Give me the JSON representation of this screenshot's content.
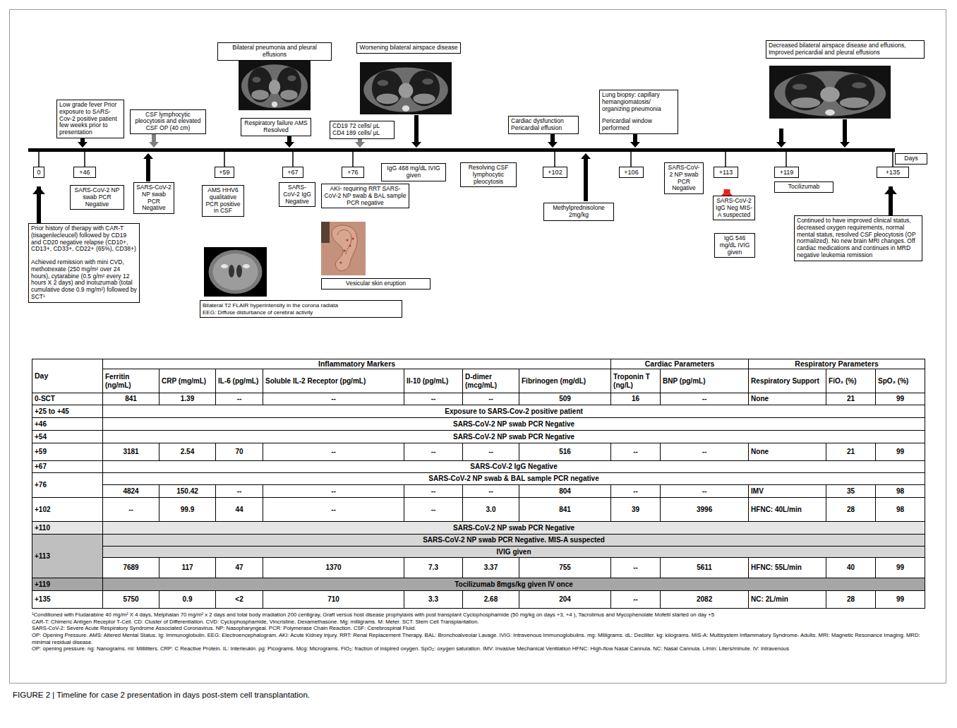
{
  "diagram": {
    "caption": "FIGURE 2 | Timeline for case 2 presentation in days post-stem cell transplantation.",
    "nodes": [
      {
        "text": [
          "Low grade fever Prior exposure to SARS-Cov-2 positive patient few weeks prior to presentation"
        ]
      },
      {
        "text": [
          "CSF lymphocytic pleocytosis and elevated CSF OP (40 cm)"
        ]
      },
      {
        "text": [
          "Bilateral pneumonia and pleural effusions"
        ]
      },
      {
        "text": [
          "Respiratory failure AMS Resolved"
        ]
      },
      {
        "text": [
          "CD19 72 cells/ μL CD4 189 cells/ μL"
        ]
      },
      {
        "text": [
          "Worsening bilateral airspace disease"
        ]
      },
      {
        "text": [
          "Cardiac dysfunction Pericardial effusion"
        ]
      },
      {
        "text": [
          "Lung biopsy: capillary hemangiomatosis/ organizing pneumonia",
          "Pericardial window performed"
        ]
      },
      {
        "text": [
          "Decreased bilateral airspace disease and effusions, Improved pericardial and pleural effusions"
        ]
      },
      {
        "text": [
          "Days"
        ]
      },
      {
        "text": [
          "0"
        ]
      },
      {
        "text": [
          "+46"
        ]
      },
      {
        "text": [
          "+59"
        ]
      },
      {
        "text": [
          "+67"
        ]
      },
      {
        "text": [
          "+76"
        ]
      },
      {
        "text": [
          "+102"
        ]
      },
      {
        "text": [
          "+106"
        ]
      },
      {
        "text": [
          "+113"
        ]
      },
      {
        "text": [
          "+119"
        ]
      },
      {
        "text": [
          "+135"
        ]
      },
      {
        "text": [
          "SARS-CoV-2 NP swab PCR Negative"
        ]
      },
      {
        "text": [
          "SARS-CoV-2 NP swab PCR Negative"
        ]
      },
      {
        "text": [
          "AMS HHV6 qualitative PCR positive in CSF"
        ]
      },
      {
        "text": [
          "SARS-CoV-2 IgG Negative"
        ]
      },
      {
        "text": [
          "AKI- requiring RRT SARS-CoV-2 NP swab & BAL sample PCR negative"
        ]
      },
      {
        "text": [
          "IgG 468 mg/dL IVIG given"
        ]
      },
      {
        "text": [
          "Resolving CSF lymphocytic pleocytosis"
        ]
      },
      {
        "text": [
          "Methylprednisolone 2mg/kg"
        ]
      },
      {
        "text": [
          "SARS-CoV-2 NP swab PCR Negative"
        ]
      },
      {
        "text": [
          "SARS-CoV-2 IgG Neg MIS-A suspected"
        ]
      },
      {
        "text": [
          "IgG 546 mg/dL IVIG given"
        ]
      },
      {
        "text": [
          "Tocilizumab"
        ]
      },
      {
        "text": [
          "Continued to have improved clinical status, decreased oxygen requirements, normal mental status, resolved CSF pleocytosis (OP normalized). No new brain MRI changes. Off cardiac medications and continues in MRD negative leukemia remission"
        ]
      },
      {
        "text": [
          "Prior history of therapy with CAR-T (tisagenlecleucel) followed by CD19 and CD20 negative relapse (CD10+, CD13+, CD33+, CD22+ (65%), CD38+)",
          "Achieved remission with mini CVD, methotrexate (250 mg/m² over 24 hours), cytarabine (0.5 g/m² every 12 hours X 2 days) and inotuzumab (total cumulative dose 0.9 mg/m²) followed by SCT¹"
        ]
      },
      {
        "text": [
          "Bilateral T2 FLAIR hyperintensity in the corona radiata",
          "EEG: Diffuse disturbance of cerebral activity"
        ]
      },
      {
        "text": [
          "Vesicular skin eruption"
        ]
      }
    ],
    "edges": [
      {
        "from": 33,
        "to": 10,
        "arrow": "to"
      },
      {
        "from": 29,
        "to": 17,
        "arrow": "to"
      },
      {
        "from": 32,
        "to": 19,
        "arrow": "to"
      }
    ],
    "labels": [
      "Day",
      "Inflammatory Markers",
      "Cardiac Parameters",
      "Respiratory Parameters",
      "Ferritin (ng/mL)",
      "CRP (mg/mL)",
      "IL-6 (pg/mL)",
      "Soluble IL-2 Receptor (pg/mL)",
      "Il-10 (pg/mL)",
      "D-dimer (mcg/mL)",
      "Fibrinogen (mg/dL)",
      "Troponin T (ng/L)",
      "BNP (pg/mL)",
      "Respiratory Support",
      "FiO₂ (%)",
      "SpO₂ (%)",
      "0-SCT",
      "841",
      "1.39",
      "--",
      "--",
      "--",
      "--",
      "509",
      "16",
      "--",
      "None",
      "21",
      "99",
      "+25 to +45",
      "Exposure to SARS-Cov-2 positive patient",
      "+46",
      "SARS-CoV-2 NP swab PCR Negative",
      "+54",
      "SARS-CoV-2 NP swab PCR Negative",
      "+59",
      "3181",
      "2.54",
      "70",
      "--",
      "--",
      "--",
      "516",
      "--",
      "--",
      "None",
      "21",
      "99",
      "+67",
      "SARS-CoV-2 IgG Negative",
      "+76",
      "SARS-CoV-2 NP swab & BAL sample PCR negative",
      "4824",
      "150.42",
      "--",
      "--",
      "--",
      "--",
      "804",
      "--",
      "--",
      "IMV",
      "35",
      "98",
      "+102",
      "--",
      "99.9",
      "44",
      "--",
      "--",
      "3.0",
      "841",
      "39",
      "3996",
      "HFNC: 40L/min",
      "28",
      "98",
      "+110",
      "SARS-CoV-2 NP swab PCR Negative",
      "+113",
      "SARS-CoV-2 NP swab PCR Negative. MIS-A suspected",
      "IVIG given",
      "7689",
      "117",
      "47",
      "1370",
      "7.3",
      "3.37",
      "755",
      "--",
      "5611",
      "HFNC: 55L/min",
      "40",
      "99",
      "+119",
      "Tocilizumab 8mgs/kg given IV once",
      "+135",
      "5750",
      "0.9",
      "<2",
      "710",
      "3.3",
      "2.68",
      "204",
      "--",
      "2082",
      "NC: 2L/min",
      "28",
      "99",
      "¹Conditioned with Fludarabine 40 mg/m² X 4 days, Melphalan 70 mg/m² x 2 days and total body irradiation 200 centigray, Graft versus host disease prophylaxis with post transplant Cyclophosphamide (50 mg/kg on days +3, +4 ), Tacrolimus and Mycophenolate Mofetil started on day +5",
      "CAR-T: Chimeric Antigen Receptor T-Cell. CD: Cluster of Differentiation. CVD: Cyclophosphamide, Vincristine, Dexamethasone. Mg: milligrams. M: Meter. SCT: Stem Cell Transplantation.",
      "SARS-CoV-2: Severe Acute Respiratory Syndrome Associated Coronavirus. NP: Nasopharyngeal. PCR: Polymerase Chain Reaction. CSF: Cerebrospinal Fluid.",
      "OP: Opening Pressure. AMS: Altered Mental Status. Ig: Immunoglobulin. EEG: Electroencephalogram. AKI: Acute Kidney Injury. RRT: Renal Replacement Therapy. BAL: Bronchoalveolar Lavage. IVIG: Intravenous Immunoglobulins. mg: Milligrams. dL: Deciliter. kg: kilograms. MIS-A: Multisystem Inflammatory Syndrome- Adults. MRI: Magnetic Resonance Imaging. MRD: minimal residual disease.",
      "OP: opening pressure. ng: Nanograms. ml: Milliliters. CRP: C Reactive Protein. IL: Interleukin. pg: Picograms. Mcg: Micrograms. FiO₂: fraction of inspired oxygen. SpO₂: oxygen saturation. IMV: Invasive Mechanical Ventilation HFNC: High-flow Nasal Cannula. NC: Nasal Cannula. L/min: Liters/minute. IV: Intravenous"
    ]
  }
}
